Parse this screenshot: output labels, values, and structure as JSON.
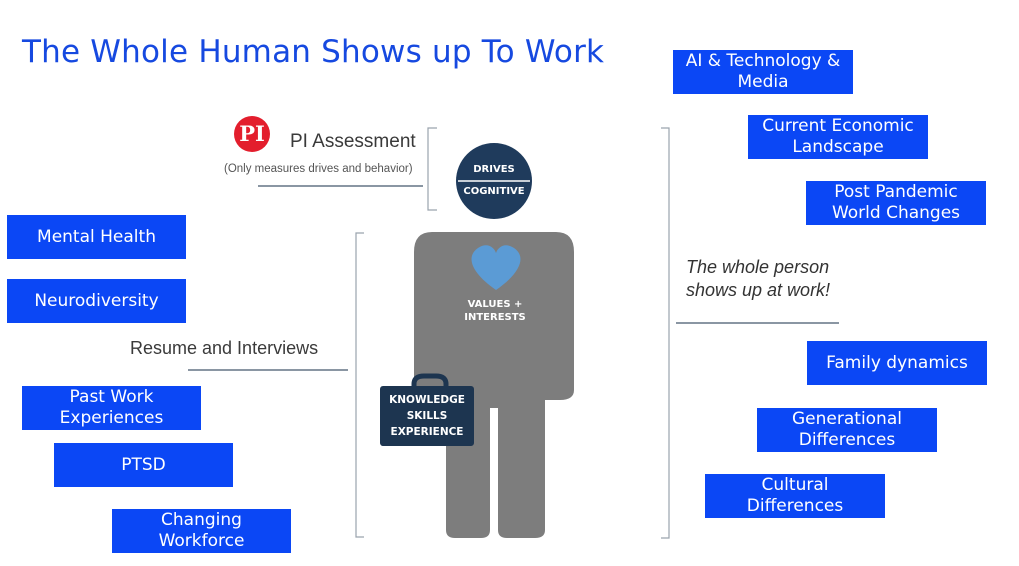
{
  "title": "The Whole Human Shows up To Work",
  "pi": {
    "logo_text": "PI",
    "assessment": "PI Assessment",
    "note": "(Only measures drives and behavior)"
  },
  "head": {
    "top": "DRIVES",
    "bottom": "COGNITIVE"
  },
  "heart_label": "VALUES +\nINTERESTS",
  "briefcase_label": "KNOWLEDGE\nSKILLS\nEXPERIENCE",
  "resume_label": "Resume and Interviews",
  "whole_person": "The whole person\nshows up at work!",
  "left_boxes": [
    "Mental Health",
    "Neurodiversity",
    "Past Work\nExperiences",
    "PTSD",
    "Changing\nWorkforce"
  ],
  "right_boxes": [
    "AI & Technology &\nMedia",
    "Current Economic\nLandscape",
    "Post Pandemic\nWorld Changes",
    "Family dynamics",
    "Generational\nDifferences",
    "Cultural\nDifferences"
  ],
  "colors": {
    "box_blue": "#0b47f5",
    "title_blue": "#1649e0",
    "figure_gray": "#7d7d7d",
    "head_navy": "#1f3b5c",
    "heart_blue": "#5b9bd5",
    "briefcase_navy": "#1d3550",
    "pi_red": "#e31e2d"
  }
}
